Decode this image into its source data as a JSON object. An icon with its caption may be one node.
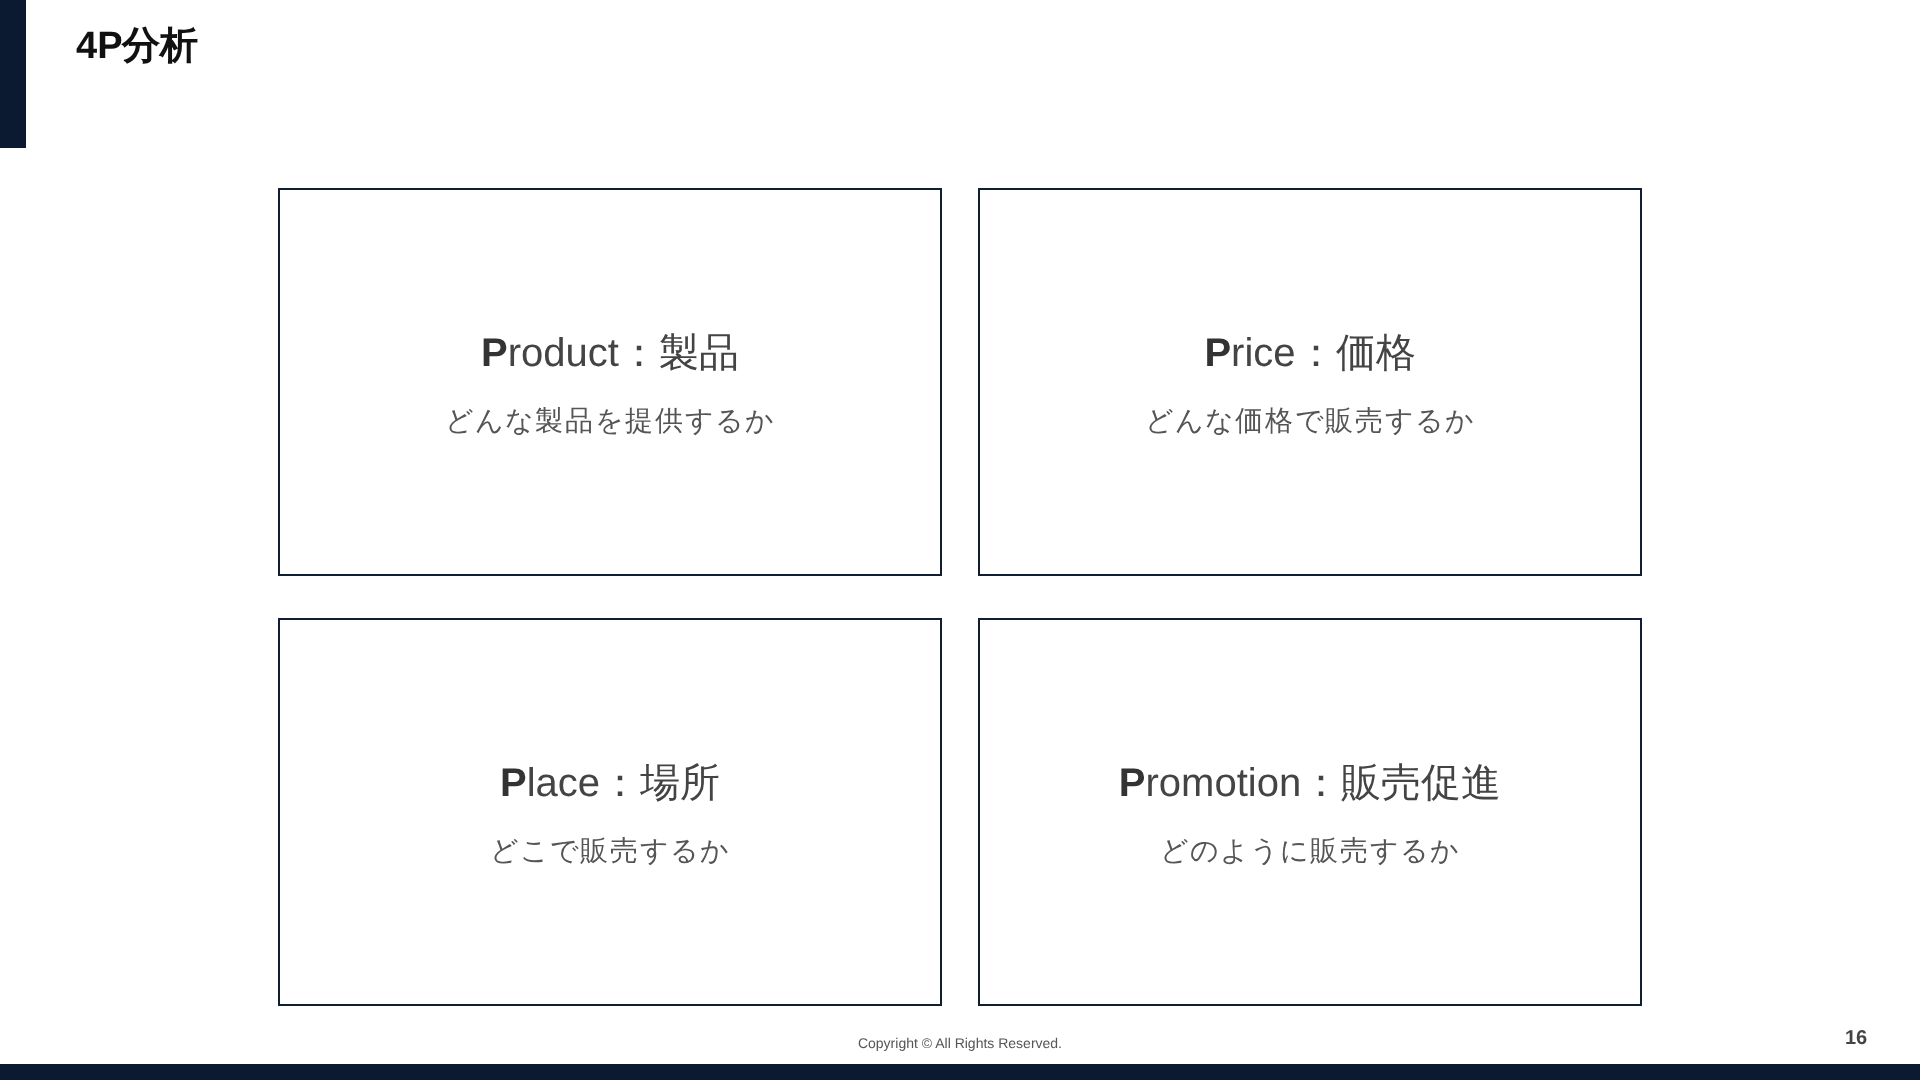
{
  "diagram": {
    "title": "4P分析",
    "nodes": [
      {
        "text": [
          "**P**roduct：製品",
          "どんな製品を提供するか"
        ]
      },
      {
        "text": [
          "**P**rice：価格",
          "どんな価格で販売するか"
        ]
      },
      {
        "text": [
          "**P**lace：場所",
          "どこで販売するか"
        ]
      },
      {
        "text": [
          "**P**romotion：販売促進",
          "どのように販売するか"
        ]
      }
    ],
    "edges": [],
    "labels": [
      "Copyright © All Rights Reserved.",
      "16"
    ]
  }
}
